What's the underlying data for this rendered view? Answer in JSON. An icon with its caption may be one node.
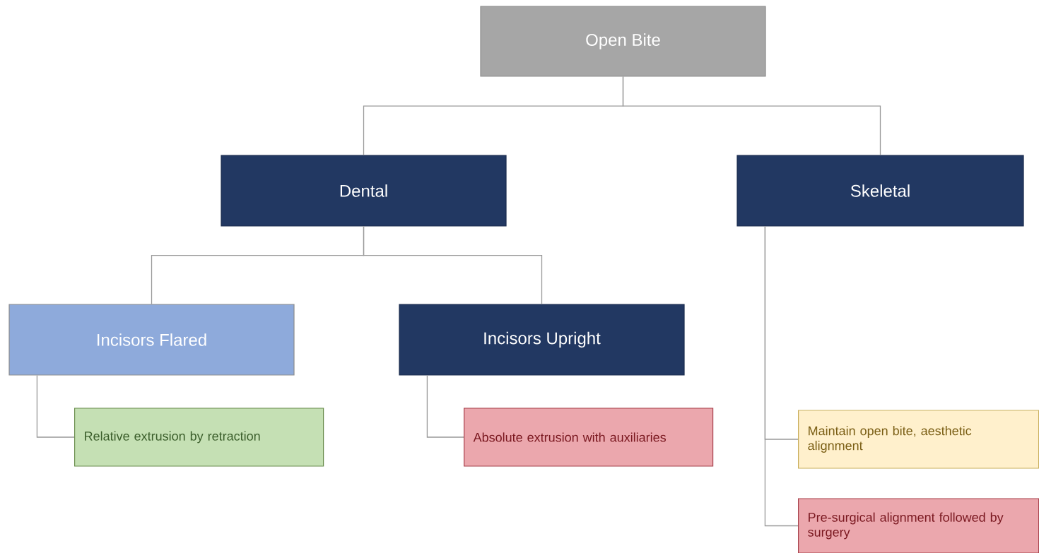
{
  "diagram": {
    "nodes": [
      {
        "text": [
          "Open Bite"
        ]
      },
      {
        "text": [
          "Dental"
        ]
      },
      {
        "text": [
          "Skeletal"
        ]
      },
      {
        "text": [
          "Incisors Flared"
        ]
      },
      {
        "text": [
          "Incisors Upright"
        ]
      },
      {
        "text": [
          "Relative extrusion by retraction"
        ]
      },
      {
        "text": [
          "Absolute extrusion with auxiliaries"
        ]
      },
      {
        "text": [
          "Maintain open bite, aesthetic alignment"
        ]
      },
      {
        "text": [
          "Pre-surgical alignment followed by surgery"
        ]
      }
    ],
    "edges": [
      {
        "from": 0,
        "to": 1,
        "arrow": "none"
      },
      {
        "from": 0,
        "to": 2,
        "arrow": "none"
      },
      {
        "from": 1,
        "to": 3,
        "arrow": "none"
      },
      {
        "from": 1,
        "to": 4,
        "arrow": "none"
      },
      {
        "from": 3,
        "to": 5,
        "arrow": "none"
      },
      {
        "from": 4,
        "to": 6,
        "arrow": "none"
      },
      {
        "from": 2,
        "to": 7,
        "arrow": "none"
      },
      {
        "from": 2,
        "to": 8,
        "arrow": "none"
      }
    ]
  }
}
